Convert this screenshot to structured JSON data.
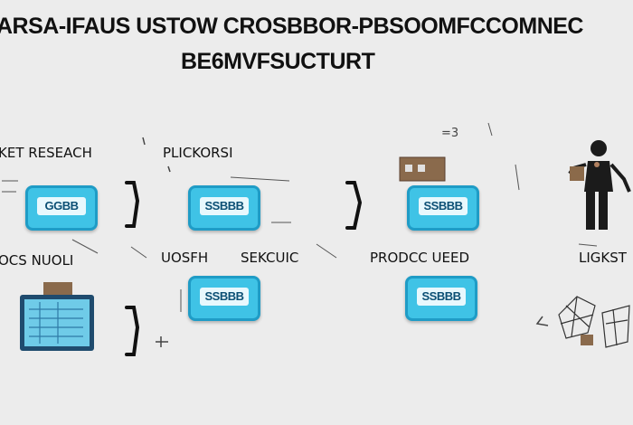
{
  "title": {
    "line1": "ARSA-IFAUS USTOW CROSBBOR-PBSOOMFCCOMNEC",
    "line2": "BE6MVFSUCTURT"
  },
  "labels": {
    "market_research": "KET RESEACH",
    "pickorsi": "PLICKORSI",
    "ocs_nuoli": "OCS NUOLI",
    "uosfh": "UOSFH",
    "sekcuic": "SEKCUIC",
    "prodcc_ueed": "PRODCC UEED",
    "ligkst": "LIGKST"
  },
  "boxes": {
    "b1": "GGBB",
    "b2": "SSBBB",
    "b3": "SSBBB",
    "b4": "SSBBB",
    "b5": "SSBBB"
  },
  "scribbles": {
    "top_right": "=3"
  },
  "colors": {
    "background": "#ececec",
    "box_fill": "#3fc3e6",
    "box_border": "#1f9cc6",
    "text": "#111111"
  }
}
